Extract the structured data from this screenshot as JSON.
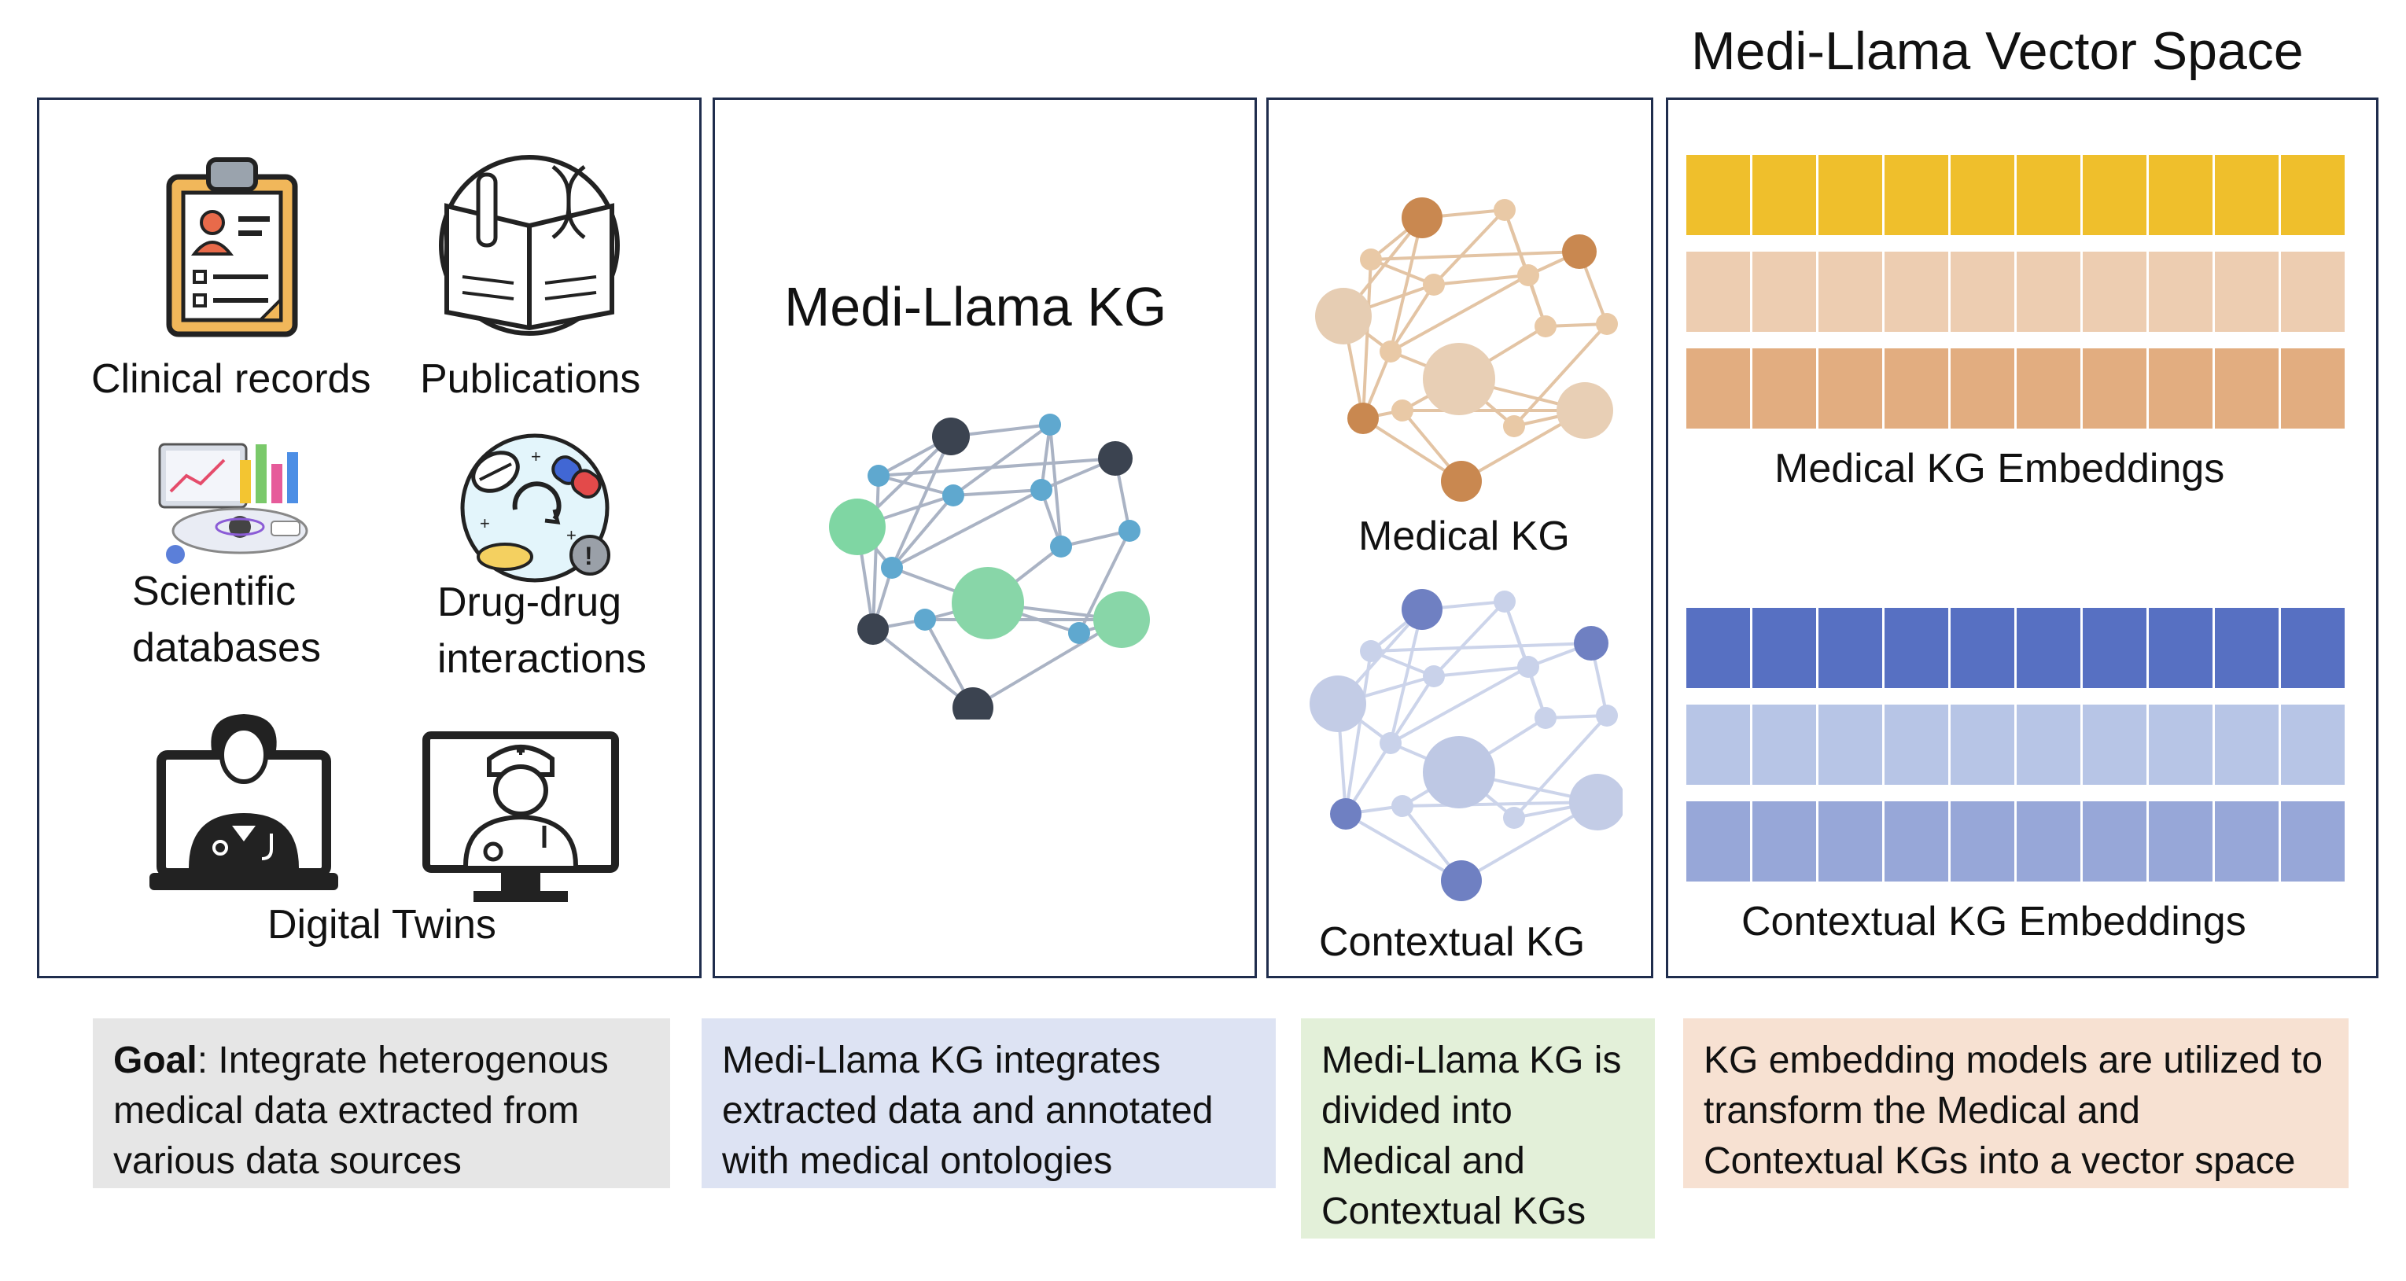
{
  "title": "Medi-Llama Vector Space",
  "sources": {
    "clinical": "Clinical records",
    "publications": "Publications",
    "scientific_line1": "Scientific",
    "scientific_line2": "databases",
    "drug_line1": "Drug-drug",
    "drug_line2": "interactions",
    "digital_twins": "Digital Twins"
  },
  "kg": {
    "title": "Medi-Llama KG"
  },
  "split": {
    "medical": "Medical KG",
    "contextual": "Contextual KG"
  },
  "embeddings": {
    "medical_label": "Medical KG Embeddings",
    "contextual_label": "Contextual KG Embeddings",
    "cells_per_row": 10,
    "medical_colors": [
      "#efbf2c",
      "#edcdb1",
      "#e2ad80"
    ],
    "contextual_colors": [
      "#5770c2",
      "#b7c5e6",
      "#97a7d8"
    ]
  },
  "captions": {
    "goal_bold": "Goal",
    "goal_l1": ": Integrate heterogenous",
    "goal_l2": "medical data extracted from",
    "goal_l3": "various data sources",
    "kg_l1": "Medi-Llama KG integrates",
    "kg_l2": "extracted data and annotated",
    "kg_l3": "with medical ontologies",
    "split_l1": "Medi-Llama KG is",
    "split_l2": "divided into",
    "split_l3": "Medical and",
    "split_l4": "Contextual KGs",
    "emb_l1": "KG embedding models are utilized to",
    "emb_l2": "transform the Medical and",
    "emb_l3": "Contextual KGs into a vector space"
  },
  "colors": {
    "border": "#1f2d4d",
    "goal_bg": "#e6e6e6",
    "kg_bg": "#dde3f3",
    "split_bg": "#e3f0d9",
    "emb_bg": "#f7e1d2"
  }
}
